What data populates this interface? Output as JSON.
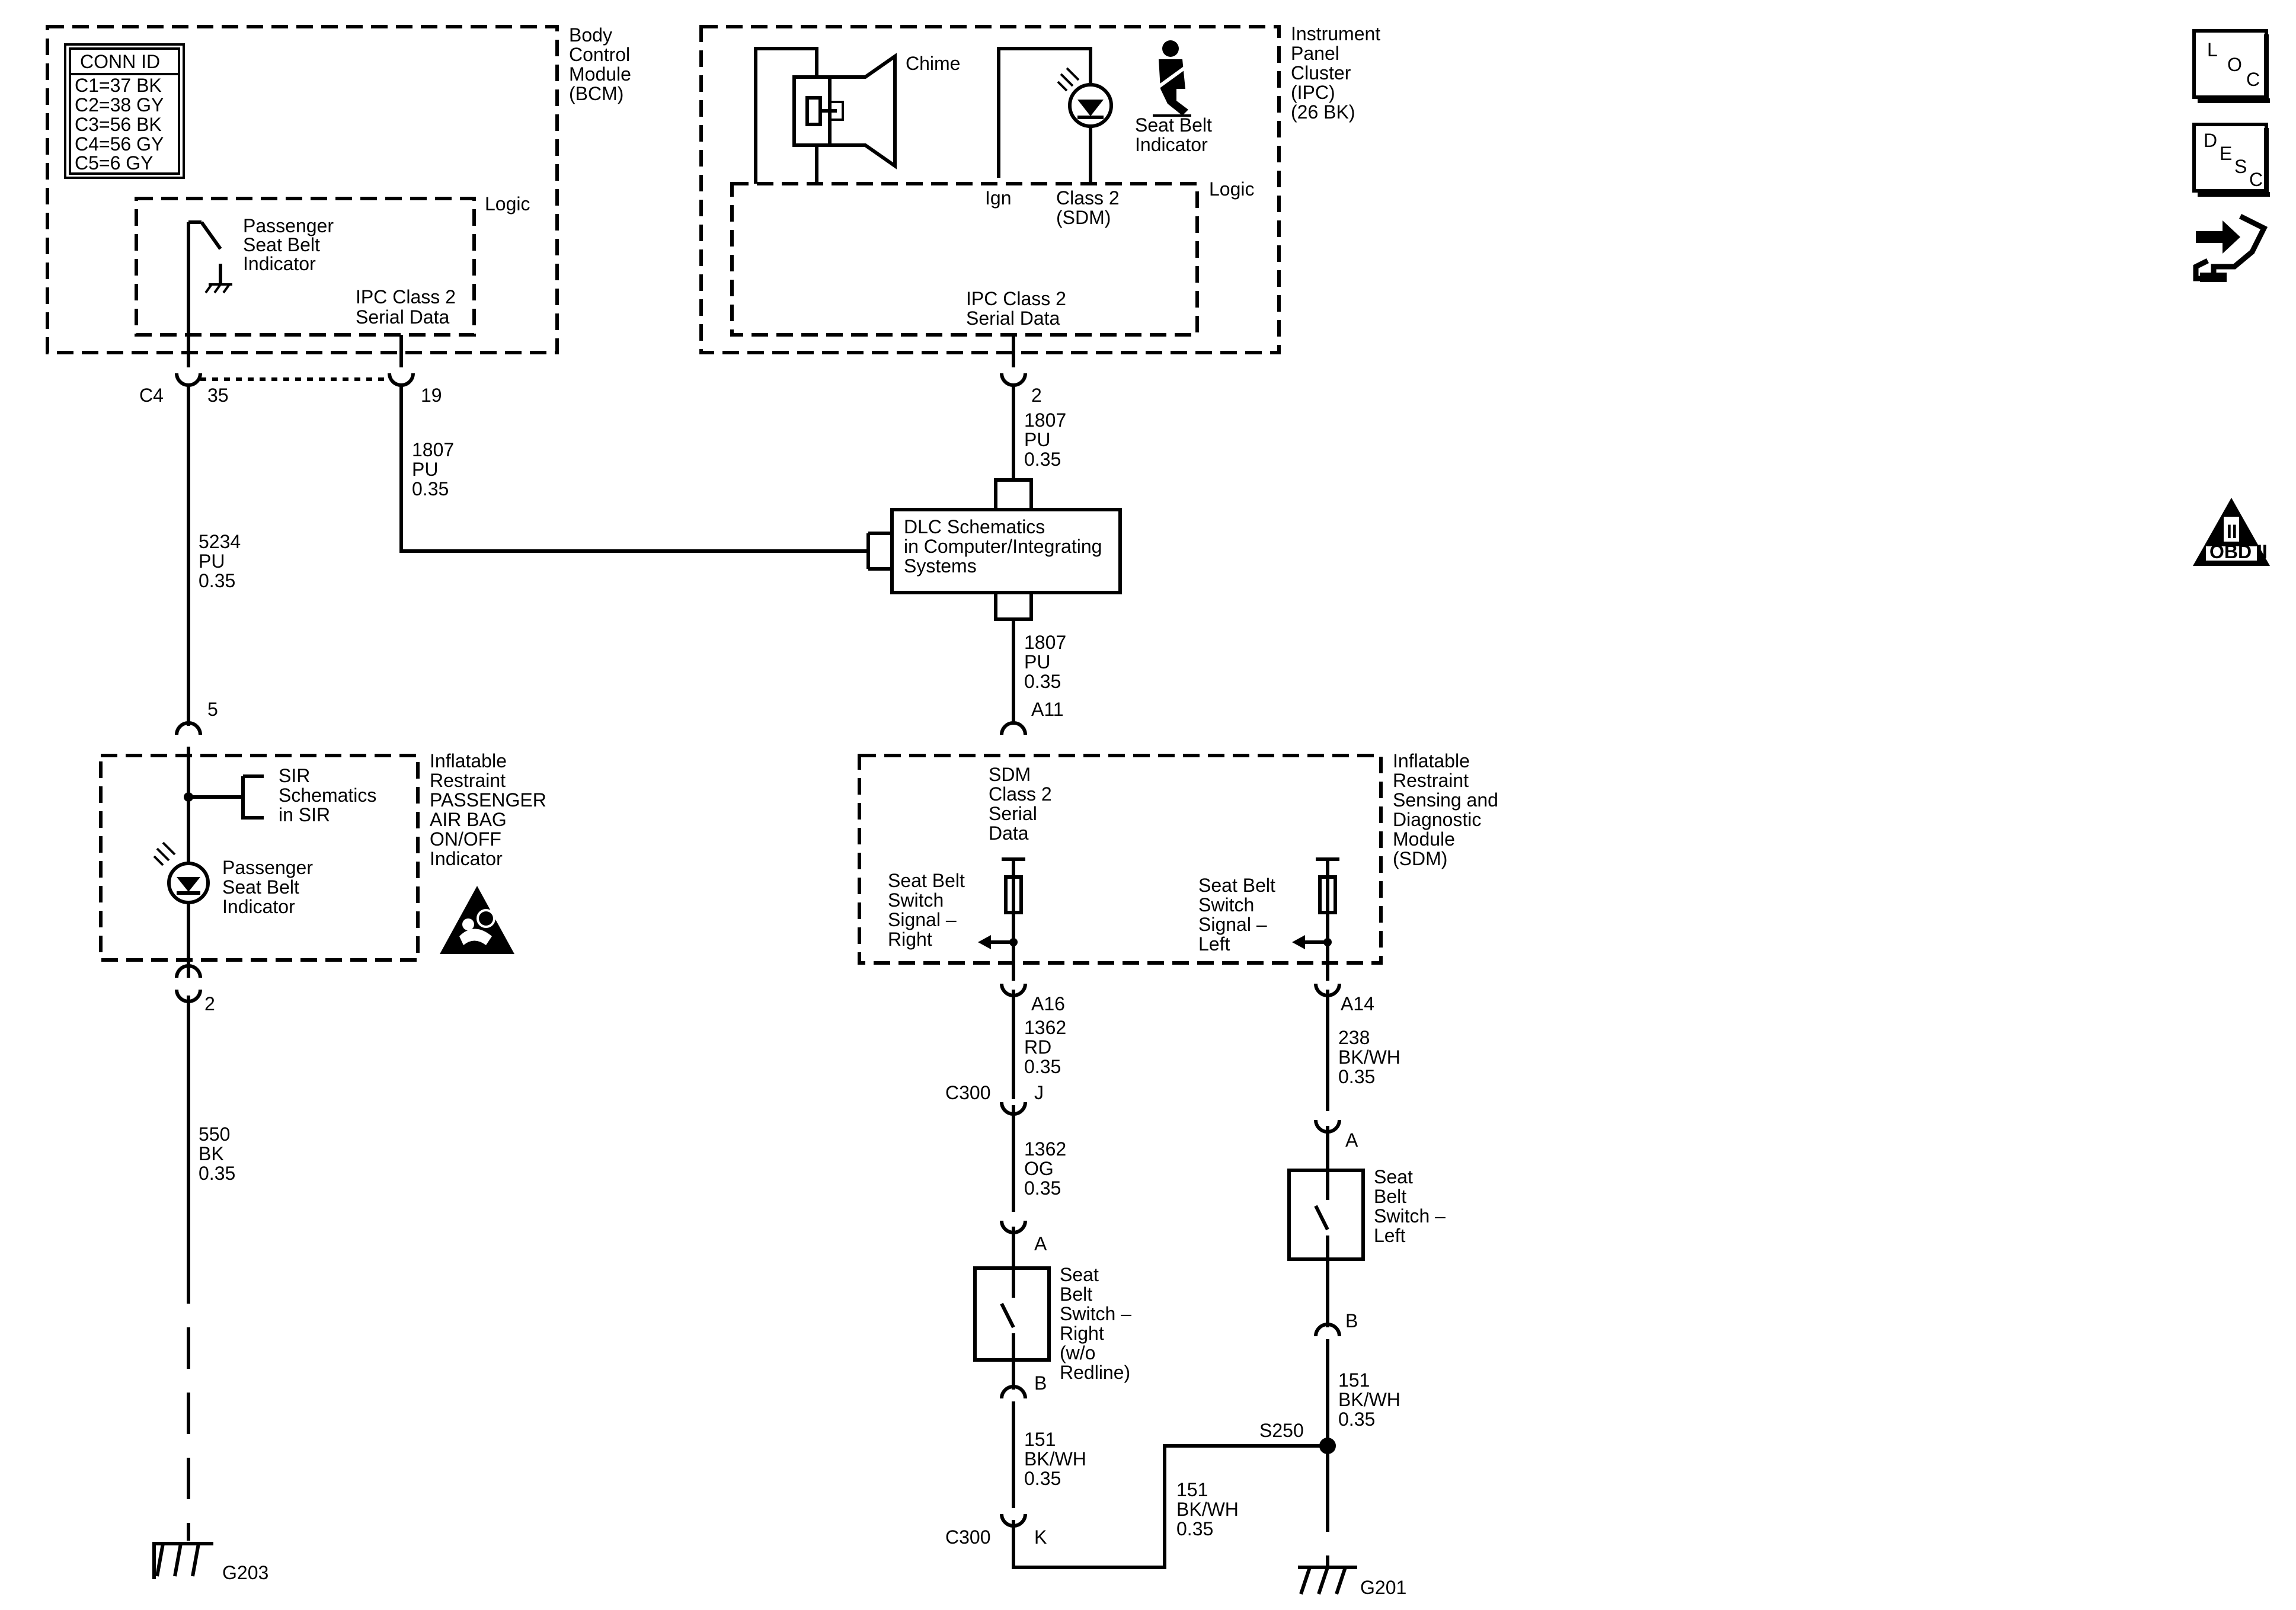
{
  "bcm": {
    "name": [
      "Body",
      "Control",
      "Module",
      "(BCM)"
    ],
    "conn_title": "CONN ID",
    "conn_rows": [
      "C1=37 BK",
      "C2=38 GY",
      "C3=56 BK",
      "C4=56 GY",
      "C5=6 GY"
    ],
    "logic": "Logic",
    "psbi": [
      "Passenger",
      "Seat Belt",
      "Indicator"
    ],
    "ipc_serial": [
      "IPC Class 2",
      "Serial Data"
    ]
  },
  "ipc": {
    "name": [
      "Instrument",
      "Panel",
      "Cluster",
      "(IPC)",
      "(26 BK)"
    ],
    "chime": "Chime",
    "sbi": [
      "Seat Belt",
      "Indicator"
    ],
    "ign": "Ign",
    "class2": [
      "Class 2",
      "(SDM)"
    ],
    "logic": "Logic",
    "ipc_serial": [
      "IPC Class 2",
      "Serial Data"
    ],
    "pin": "2"
  },
  "pins": {
    "c4": "C4",
    "p35": "35",
    "p19": "19",
    "p5": "5",
    "p2": "2",
    "a11": "A11",
    "a16": "A16",
    "a14": "A14",
    "c300_top": "C300",
    "j": "J",
    "a_right": "A",
    "b_right": "B",
    "c300_bottom": "C300",
    "k": "K",
    "a_left": "A",
    "b_left": "B"
  },
  "wires": {
    "w1807_bcm": [
      "1807",
      "PU",
      "0.35"
    ],
    "w5234": [
      "5234",
      "PU",
      "0.35"
    ],
    "w1807_ipc": [
      "1807",
      "PU",
      "0.35"
    ],
    "w1807_sdm": [
      "1807",
      "PU",
      "0.35"
    ],
    "w550": [
      "550",
      "BK",
      "0.35"
    ],
    "w1362_rd": [
      "1362",
      "RD",
      "0.35"
    ],
    "w1362_og": [
      "1362",
      "OG",
      "0.35"
    ],
    "w151_r": [
      "151",
      "BK/WH",
      "0.35"
    ],
    "w151_mid": [
      "151",
      "BK/WH",
      "0.35"
    ],
    "w238": [
      "238",
      "BK/WH",
      "0.35"
    ],
    "w151_l": [
      "151",
      "BK/WH",
      "0.35"
    ]
  },
  "dlc": [
    "DLC Schematics",
    "in Computer/Integrating",
    "Systems"
  ],
  "sir": {
    "name": [
      "Inflatable",
      "Restraint",
      "PASSENGER",
      "AIR BAG",
      "ON/OFF",
      "Indicator"
    ],
    "ref": [
      "SIR",
      "Schematics",
      "in SIR"
    ],
    "psbi": [
      "Passenger",
      "Seat Belt",
      "Indicator"
    ]
  },
  "sdm": {
    "name": [
      "Inflatable",
      "Restraint",
      "Sensing and",
      "Diagnostic",
      "Module",
      "(SDM)"
    ],
    "class2": [
      "SDM",
      "Class 2",
      "Serial",
      "Data"
    ],
    "sig_right": [
      "Seat Belt",
      "Switch",
      "Signal –",
      "Right"
    ],
    "sig_left": [
      "Seat Belt",
      "Switch",
      "Signal –",
      "Left"
    ]
  },
  "switches": {
    "right": [
      "Seat",
      "Belt",
      "Switch –",
      "Right",
      "(w/o",
      "Redline)"
    ],
    "left": [
      "Seat",
      "Belt",
      "Switch –",
      "Left"
    ]
  },
  "grounds": {
    "g203": "G203",
    "g201": "G201",
    "s250": "S250"
  },
  "icons": {
    "loc": [
      "L",
      "O",
      "C"
    ],
    "desc": [
      "D",
      "E",
      "S",
      "C"
    ],
    "obd": "OBD II",
    "obd_numeral": "II"
  }
}
